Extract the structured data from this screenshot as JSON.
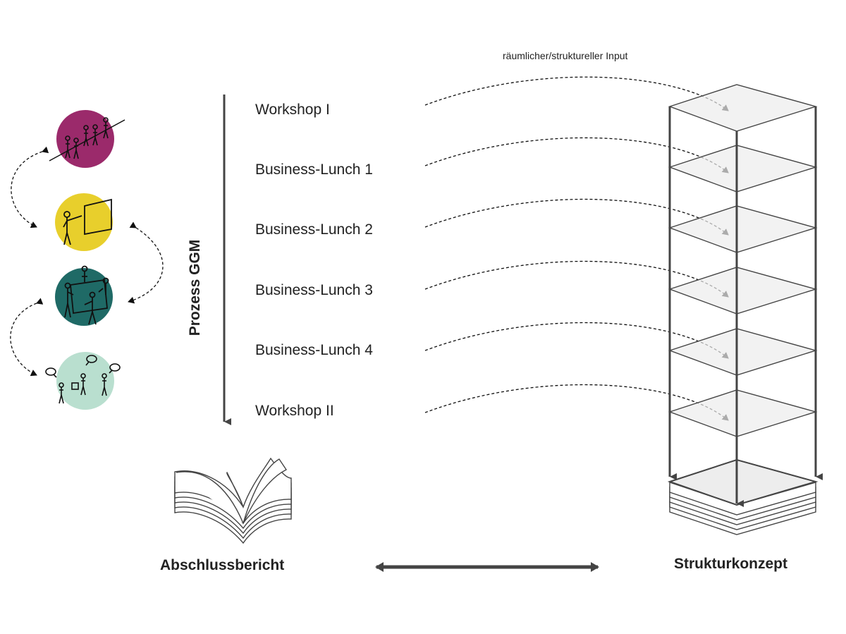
{
  "top_note": "räumlicher/struktureller Input",
  "process_label": "Prozess GGM",
  "steps": [
    "Workshop I",
    "Business-Lunch 1",
    "Business-Lunch 2",
    "Business-Lunch 3",
    "Business-Lunch 4",
    "Workshop II"
  ],
  "left_caption": "Abschlussbericht",
  "right_caption": "Strukturkonzept",
  "colors": {
    "purple": "#9b2a6b",
    "yellow": "#e8cf2c",
    "teal": "#1f6a66",
    "mint": "#b9dfcf",
    "line": "#444444",
    "floor_fill": "#ededed"
  },
  "icons": [
    "people-group-icon",
    "presenter-board-icon",
    "team-board-icon",
    "discussion-icon",
    "open-book-icon",
    "tower-icon"
  ]
}
